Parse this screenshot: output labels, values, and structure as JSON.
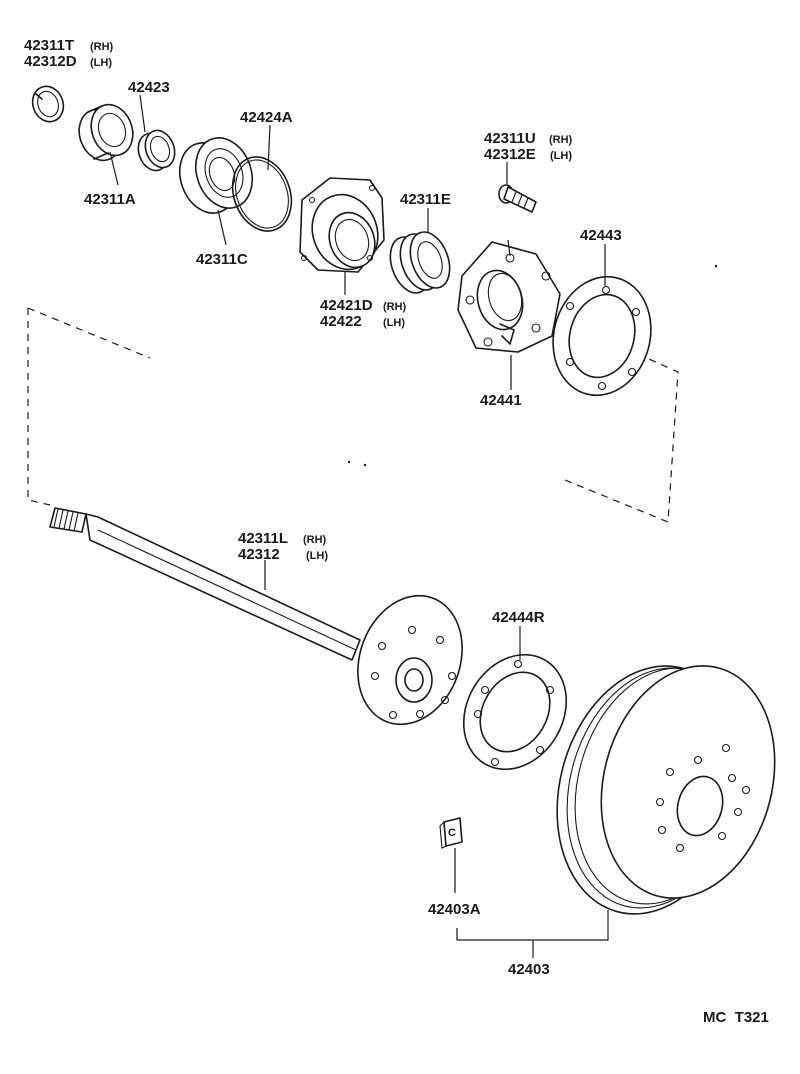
{
  "labels": {
    "p42311T": "42311T",
    "p42312D": "42312D",
    "p42423": "42423",
    "p42311A": "42311A",
    "p42424A": "42424A",
    "p42311C": "42311C",
    "p42421D": "42421D",
    "p42422": "42422",
    "p42311E": "42311E",
    "p42311U": "42311U",
    "p42312E": "42312E",
    "p42443": "42443",
    "p42441": "42441",
    "p42311L": "42311L",
    "p42312": "42312",
    "p42444R": "42444R",
    "p42403A": "42403A",
    "p42403": "42403",
    "clip_letter": "C"
  },
  "side_tags": {
    "rh": "(RH)",
    "lh": "(LH)"
  },
  "footer_code": "MC  T321"
}
